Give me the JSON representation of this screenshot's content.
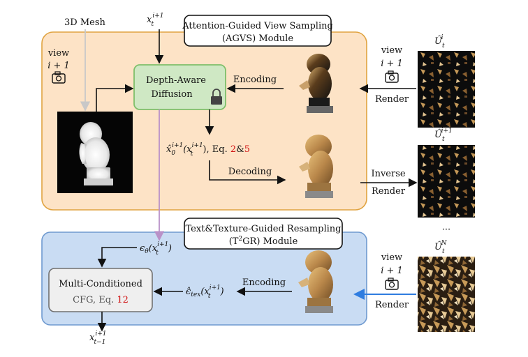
{
  "labels": {
    "mesh": "3D Mesh",
    "x_top": "x",
    "x_top_sup": "i+1",
    "x_top_sub": "t",
    "agvs_line1": "Attention-Guided View Sampling",
    "agvs_line2": "(AGVS) Module",
    "view_left_1": "view",
    "view_left_2": "i + 1",
    "depth_line1": "Depth-Aware",
    "depth_line2": "Diffusion",
    "encoding_top": "Encoding",
    "decoding": "Decoding",
    "eq_text": "x̂",
    "eq_sub": "0",
    "eq_sup": "i+1",
    "eq_paren": "(x",
    "eq_paren_sup": "i+1",
    "eq_paren_sub": "t",
    "eq_tail": "), Eq. ",
    "eq_num1": "2",
    "eq_amp": "&",
    "eq_num2": "5",
    "view_right_top_1": "view",
    "view_right_top_2": "i + 1",
    "render_top": "Render",
    "inverse_render_1": "Inverse",
    "inverse_render_2": "Render",
    "u_top": "Û",
    "u_top_sub": "t",
    "u_top_sup": "i",
    "u_mid": "Û",
    "u_mid_sub": "t",
    "u_mid_sup": "i+1",
    "dots": "···",
    "u_bot": "Û",
    "u_bot_sub": "t",
    "u_bot_sup": "N",
    "t2gr_line1": "Text&Texture-Guided Resampling",
    "t2gr_line2a": "(T",
    "t2gr_line2_sup": "2",
    "t2gr_line2b": "GR) Module",
    "eps_theta": "ϵ",
    "eps_theta_sub": "θ",
    "eps_theta_arg": "(x",
    "eps_theta_arg_sup": "i+1",
    "eps_theta_arg_sub": "t",
    "eps_theta_close": ")",
    "mcfg_line1": "Multi-Conditioned",
    "mcfg_line2a": "CFG, Eq. ",
    "mcfg_num": "12",
    "encoding_bottom": "Encoding",
    "eps_tex": "ϵ̂",
    "eps_tex_sub": "tex",
    "eps_tex_arg": "(x",
    "eps_tex_arg_sup": "i+1",
    "eps_tex_arg_sub": "t",
    "eps_tex_close": ")",
    "view_right_bot_1": "view",
    "view_right_bot_2": "i + 1",
    "render_bottom": "Render",
    "x_out": "x",
    "x_out_sup": "i+1",
    "x_out_sub": "t−1"
  },
  "colors": {
    "agvs_bg": "#fde3c6",
    "agvs_border": "#e0a340",
    "t2gr_bg": "#c9dcf3",
    "t2gr_border": "#6f9ad0",
    "depth_bg": "#cfe8c4",
    "depth_border": "#7fbf6a",
    "mcfg_bg": "#efefef",
    "mcfg_border": "#707070",
    "mesh_arrow": "#c8c8c8",
    "diffusion_line": "#b991c8",
    "render_blue": "#2f7de0",
    "eq_red": "#d01010"
  }
}
